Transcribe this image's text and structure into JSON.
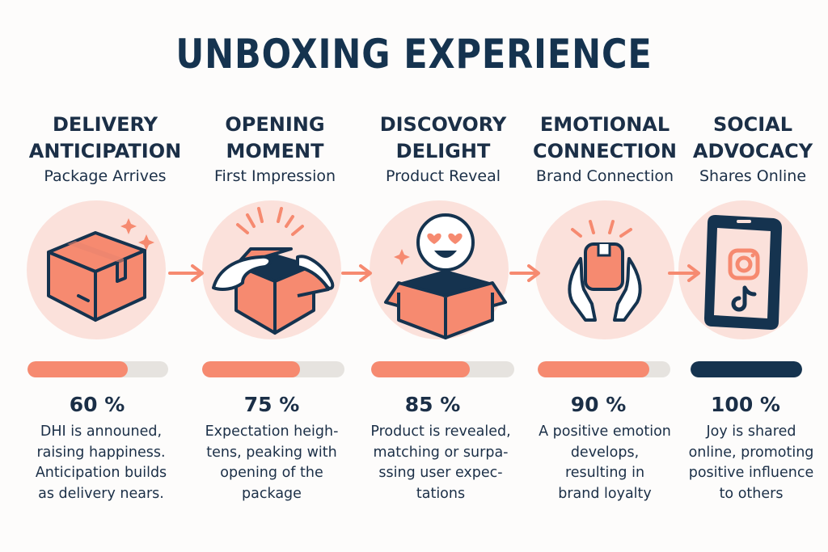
{
  "title": "UNBOXING EXPERIENCE",
  "colors": {
    "navy": "#15334f",
    "coral": "#f68a70",
    "circle_bg": "#fbe1db",
    "track": "#e6e3df"
  },
  "stages": [
    {
      "heading_line1": "DELIVERY",
      "heading_line2": "ANTICIPATION",
      "subtitle": "Package Arrives",
      "icon": "closed-box-icon",
      "progress": 60,
      "percent_label": "60 %",
      "description": "DHI  is announed,\nraising happiness.\nAnticipation builds\nas delivery nears."
    },
    {
      "heading_line1": "OPENING",
      "heading_line2": "MOMENT",
      "subtitle": "First Impression",
      "icon": "hands-opening-box-icon",
      "progress": 75,
      "percent_label": "75 %",
      "description": "Expectation heigh-\ntens, peaking with\nopening of the\npackage"
    },
    {
      "heading_line1": "DISCOVORY",
      "heading_line2": "DELIGHT",
      "subtitle": "Product Reveal",
      "icon": "heart-eyes-box-icon",
      "progress": 85,
      "percent_label": "85 %",
      "description": "Product is revealed,\nmatching or surpa-\nssing user expec-\ntations"
    },
    {
      "heading_line1": "EMOTIONAL",
      "heading_line2": "CONNECTION",
      "subtitle": "Brand Connection",
      "icon": "hands-holding-package-icon",
      "progress": 90,
      "percent_label": "90 %",
      "description": "A positive emotion\ndevelops,\nresulting in\nbrand loyalty"
    },
    {
      "heading_line1": "SOCIAL",
      "heading_line2": "ADVOCACY",
      "subtitle": "Shares Online",
      "icon": "phone-social-icon",
      "progress": 100,
      "percent_label": "100 %",
      "description": "Joy is shared\nonline, promoting\npositive influence\nto others"
    }
  ],
  "chart_data": {
    "type": "bar",
    "title": "UNBOXING EXPERIENCE",
    "categories": [
      "Delivery Anticipation",
      "Opening Moment",
      "Discovory Delight",
      "Emotional Connection",
      "Social Advocacy"
    ],
    "values": [
      60,
      75,
      85,
      90,
      100
    ],
    "ylim": [
      0,
      100
    ],
    "xlabel": "",
    "ylabel": "%"
  }
}
